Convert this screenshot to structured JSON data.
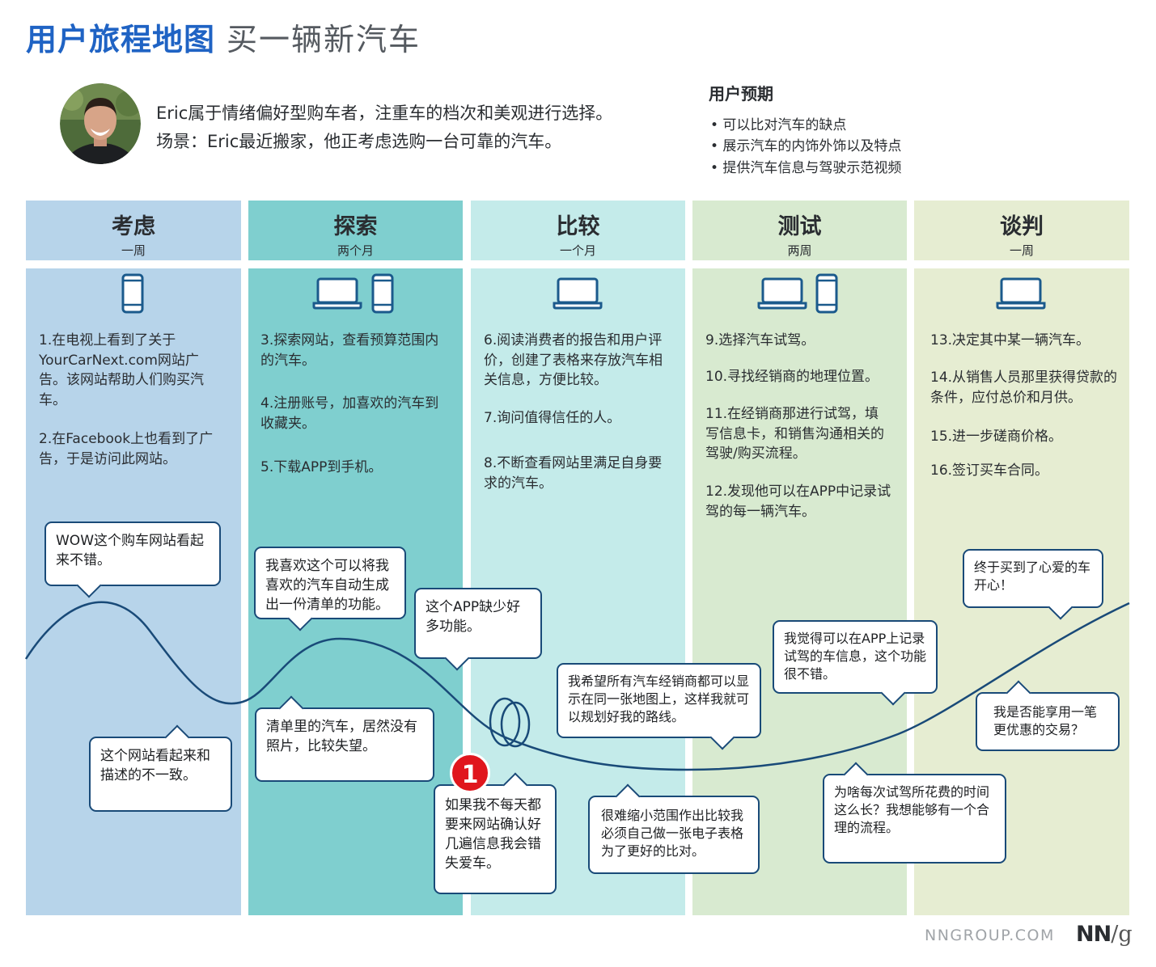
{
  "title": {
    "main": "用户旅程地图",
    "sub": "买一辆新汽车"
  },
  "persona": {
    "description": "Eric属于情绪偏好型购车者，注重车的档次和美观进行选择。",
    "scenario": "场景：Eric最近搬家，他正考虑选购一台可靠的汽车。"
  },
  "expectations": {
    "title": "用户预期",
    "items": [
      "• 可以比对汽车的缺点",
      "• 展示汽车的内饰外饰以及特点",
      "• 提供汽车信息与驾驶示范视频"
    ]
  },
  "colors": {
    "accent": "#1f63c4",
    "stage1": "#b7d4ea",
    "stage2": "#7fcfcf",
    "stage3": "#c4ebea",
    "stage4": "#d8ead0",
    "stage5": "#e6edd2",
    "curve": "#194a78",
    "badge": "#e0161d"
  },
  "stages": [
    {
      "name": "考虑",
      "duration": "一周",
      "devices": [
        "phone-icon"
      ],
      "steps": [
        "1.在电视上看到了关于YourCarNext.com网站广告。该网站帮助人们购买汽车。",
        "2.在Facebook上也看到了广告，于是访问此网站。"
      ]
    },
    {
      "name": "探索",
      "duration": "两个月",
      "devices": [
        "laptop-icon",
        "phone-icon"
      ],
      "steps": [
        "3.探索网站，查看预算范围内的汽车。",
        "4.注册账号，加喜欢的汽车到收藏夹。",
        "5.下载APP到手机。"
      ]
    },
    {
      "name": "比较",
      "duration": "一个月",
      "devices": [
        "laptop-icon"
      ],
      "steps": [
        "6.阅读消费者的报告和用户评价，创建了表格来存放汽车相关信息，方便比较。",
        "7.询问值得信任的人。",
        "8.不断查看网站里满足自身要求的汽车。"
      ]
    },
    {
      "name": "测试",
      "duration": "两周",
      "devices": [
        "laptop-icon",
        "phone-icon"
      ],
      "steps": [
        "9.选择汽车试驾。",
        "10.寻找经销商的地理位置。",
        "11.在经销商那进行试驾，填写信息卡，和销售沟通相关的驾驶/购买流程。",
        "12.发现他可以在APP中记录试驾的每一辆汽车。"
      ]
    },
    {
      "name": "谈判",
      "duration": "一周",
      "devices": [
        "laptop-icon"
      ],
      "steps": [
        "13.决定其中某一辆汽车。",
        "14.从销售人员那里获得贷款的条件，应付总价和月供。",
        "15.进一步磋商价格。",
        "16.签订买车合同。"
      ]
    }
  ],
  "thoughts": [
    "WOW这个购车网站看起来不错。",
    "这个网站看起来和描述的不一致。",
    "我喜欢这个可以将我喜欢的汽车自动生成出一份清单的功能。",
    "清单里的汽车，居然没有照片，比较失望。",
    "这个APP缺少好多功能。",
    "如果我不每天都要来网站确认好几遍信息我会错失爱车。",
    "我希望所有汽车经销商都可以显示在同一张地图上，这样我就可以规划好我的路线。",
    "很难缩小范围作出比较我必须自己做一张电子表格为了更好的比对。",
    "我觉得可以在APP上记录试驾的车信息，这个功能很不错。",
    "为啥每次试驾所花费的时间这么长？我想能够有一个合理的流程。",
    "终于买到了心爱的车开心！",
    "我是否能享用一笔更优惠的交易？"
  ],
  "badge": "1",
  "footer": {
    "site": "NNGROUP.COM",
    "logo_nn": "NN",
    "logo_slash": "/",
    "logo_g": "g"
  }
}
